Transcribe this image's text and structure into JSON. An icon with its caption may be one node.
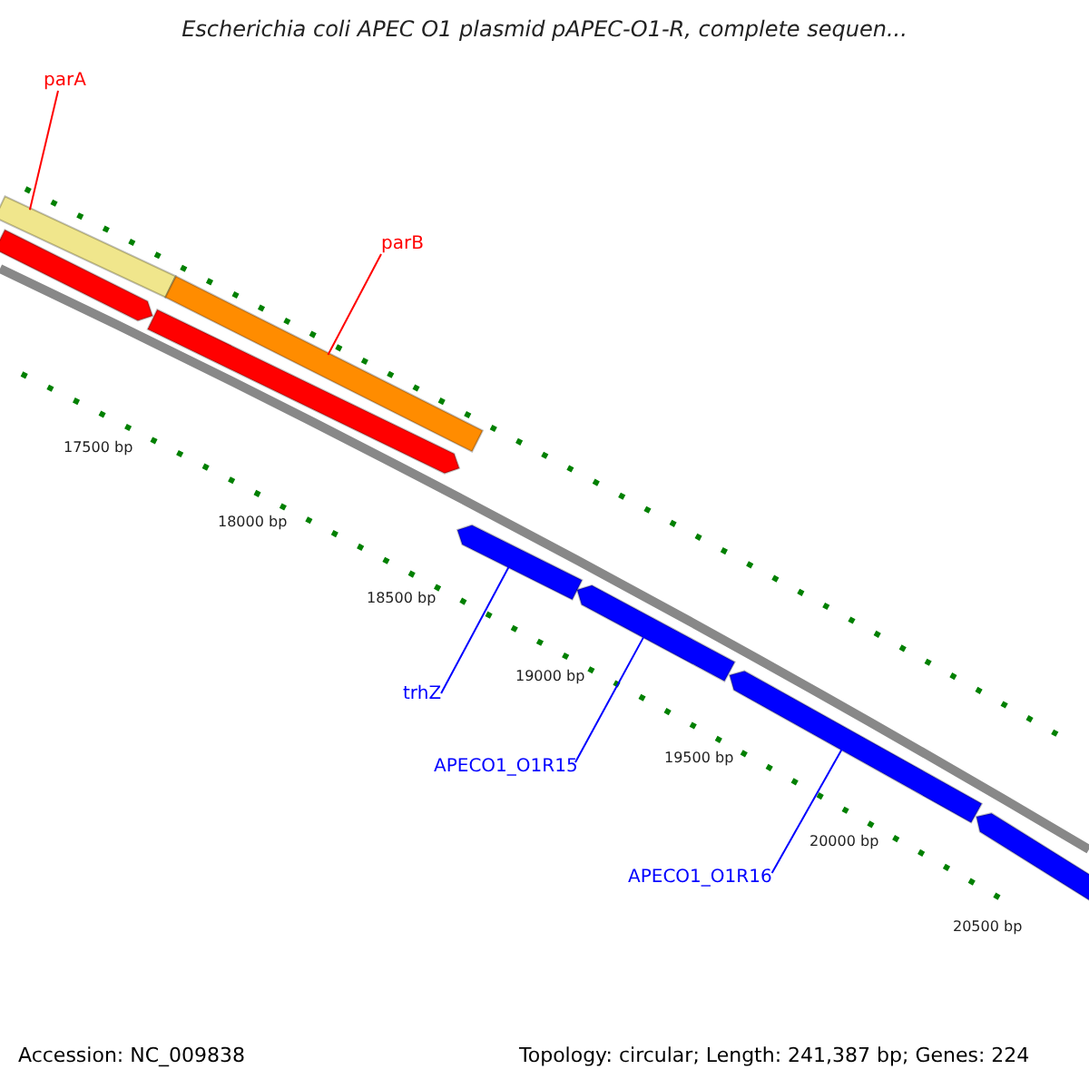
{
  "diagram": {
    "title": "Escherichia coli APEC O1 plasmid pAPEC-O1-R, complete sequen...",
    "nodes": [
      {
        "text": [
          "parA"
        ]
      },
      {
        "text": [
          "parB"
        ]
      },
      {
        "text": [
          "trhZ"
        ]
      },
      {
        "text": [
          "APECO1_O1R15"
        ]
      },
      {
        "text": [
          "APECO1_O1R16"
        ]
      },
      {
        "text": [],
        "shape": "bar"
      },
      {
        "text": [],
        "shape": "bar"
      },
      {
        "text": [],
        "shape": "arrow"
      },
      {
        "text": [],
        "shape": "arrow"
      },
      {
        "text": [],
        "shape": "arrow"
      },
      {
        "text": [],
        "shape": "arrow"
      },
      {
        "text": [],
        "shape": "arrow"
      },
      {
        "text": [],
        "shape": "arrow"
      }
    ],
    "edges": [
      {
        "from": 0,
        "to": 5,
        "arrow": "none",
        "color": "#ff0000"
      },
      {
        "from": 1,
        "to": 6,
        "arrow": "none",
        "color": "#ff0000"
      },
      {
        "from": 2,
        "to": 9,
        "arrow": "none",
        "color": "#0000ff"
      },
      {
        "from": 3,
        "to": 10,
        "arrow": "none",
        "color": "#0000ff"
      },
      {
        "from": 4,
        "to": 11,
        "arrow": "none",
        "color": "#0000ff"
      }
    ],
    "labels": [
      "17500 bp",
      "18000 bp",
      "18500 bp",
      "19000 bp",
      "19500 bp",
      "20000 bp",
      "20500 bp",
      "Accession: NC_009838",
      "Topology: circular; Length: 241,387 bp; Genes: 224"
    ]
  }
}
